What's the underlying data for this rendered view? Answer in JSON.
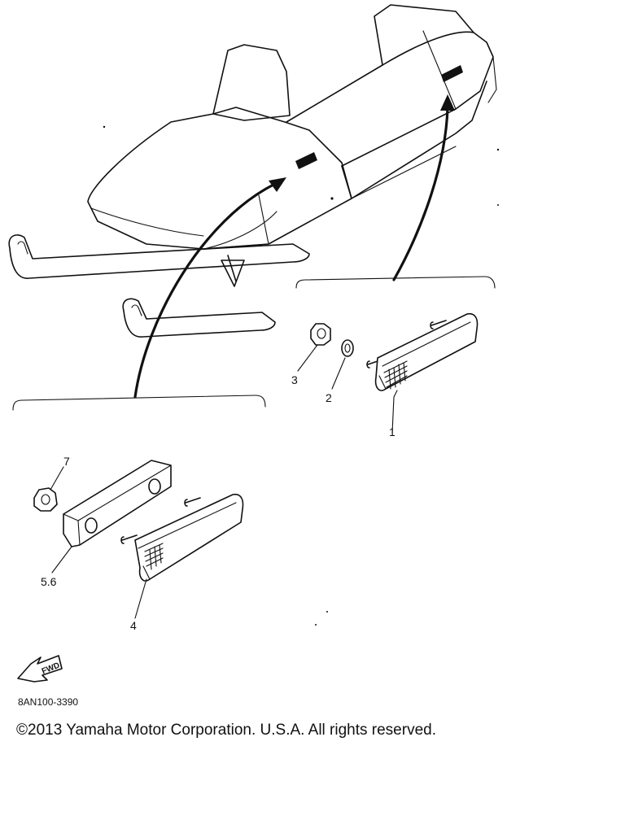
{
  "callouts": {
    "item_1": "1",
    "item_2": "2",
    "item_3": "3",
    "item_4": "4",
    "item_56": "5.6",
    "item_7": "7"
  },
  "fwd_label": "FWD",
  "part_code": "8AN100-3390",
  "copyright": "©2013 Yamaha Motor Corporation. U.S.A. All rights reserved."
}
